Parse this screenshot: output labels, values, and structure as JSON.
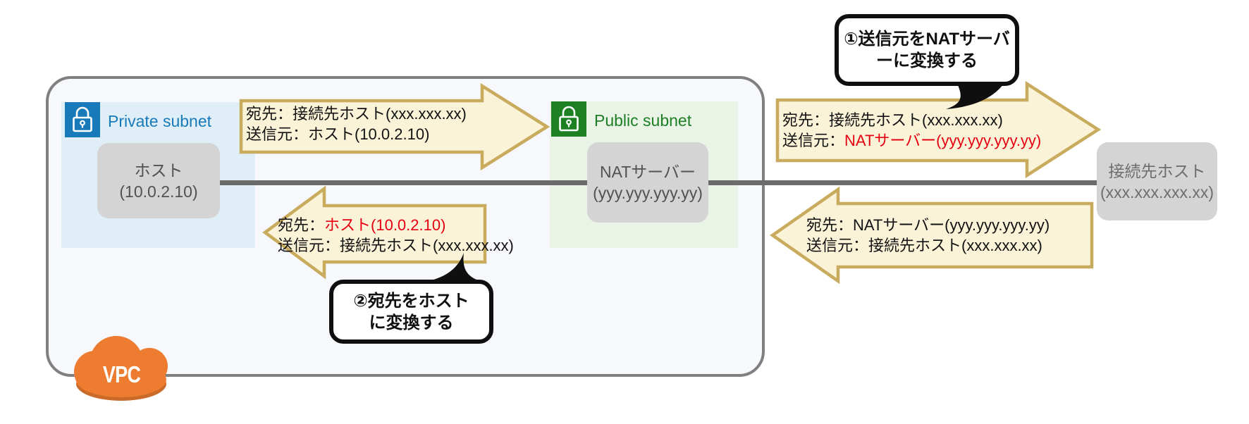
{
  "diagram": {
    "vpc": {
      "label": "VPC"
    },
    "private_subnet": {
      "label": "Private subnet"
    },
    "public_subnet": {
      "label": "Public subnet"
    },
    "nodes": {
      "host": {
        "line1": "ホスト",
        "line2": "(10.0.2.10)"
      },
      "nat_server": {
        "line1": "NATサーバー",
        "line2": "(yyy.yyy.yyy.yy)"
      },
      "external_host": {
        "line1": "接続先ホスト",
        "line2": "(xxx.xxx.xxx.xx)"
      }
    },
    "packets": {
      "outbound_private": {
        "line1_black": "宛先：接続先ホスト(xxx.xxx.xx)",
        "line2_black": "送信元：ホスト(10.0.2.10)"
      },
      "outbound_public": {
        "line1_black": "宛先：接続先ホスト(xxx.xxx.xx)",
        "line2_black": "送信元：",
        "line2_red": "NATサーバー(yyy.yyy.yyy.yy)"
      },
      "inbound_public": {
        "line1_black": "宛先：NATサーバー(yyy.yyy.yyy.yy)",
        "line2_black": "送信元：接続先ホスト(xxx.xxx.xx)"
      },
      "inbound_private": {
        "line1_black": "宛先：",
        "line1_red": "ホスト(10.0.2.10)",
        "line2_black": "送信元：接続先ホスト(xxx.xxx.xx)"
      }
    },
    "callouts": {
      "step1": {
        "line1": "①送信元をNATサーバ",
        "line2": "ーに変換する"
      },
      "step2": {
        "line1": "②宛先をホスト",
        "line2": "に変換する"
      }
    },
    "colors": {
      "private_accent": "#187ab9",
      "public_accent": "#1d7e24",
      "arrow_fill": "#faf3d8",
      "arrow_border": "#c9ab5e",
      "highlight_red": "#e60012",
      "cloud_orange": "#ed7c31",
      "vpc_border": "#808080"
    }
  }
}
